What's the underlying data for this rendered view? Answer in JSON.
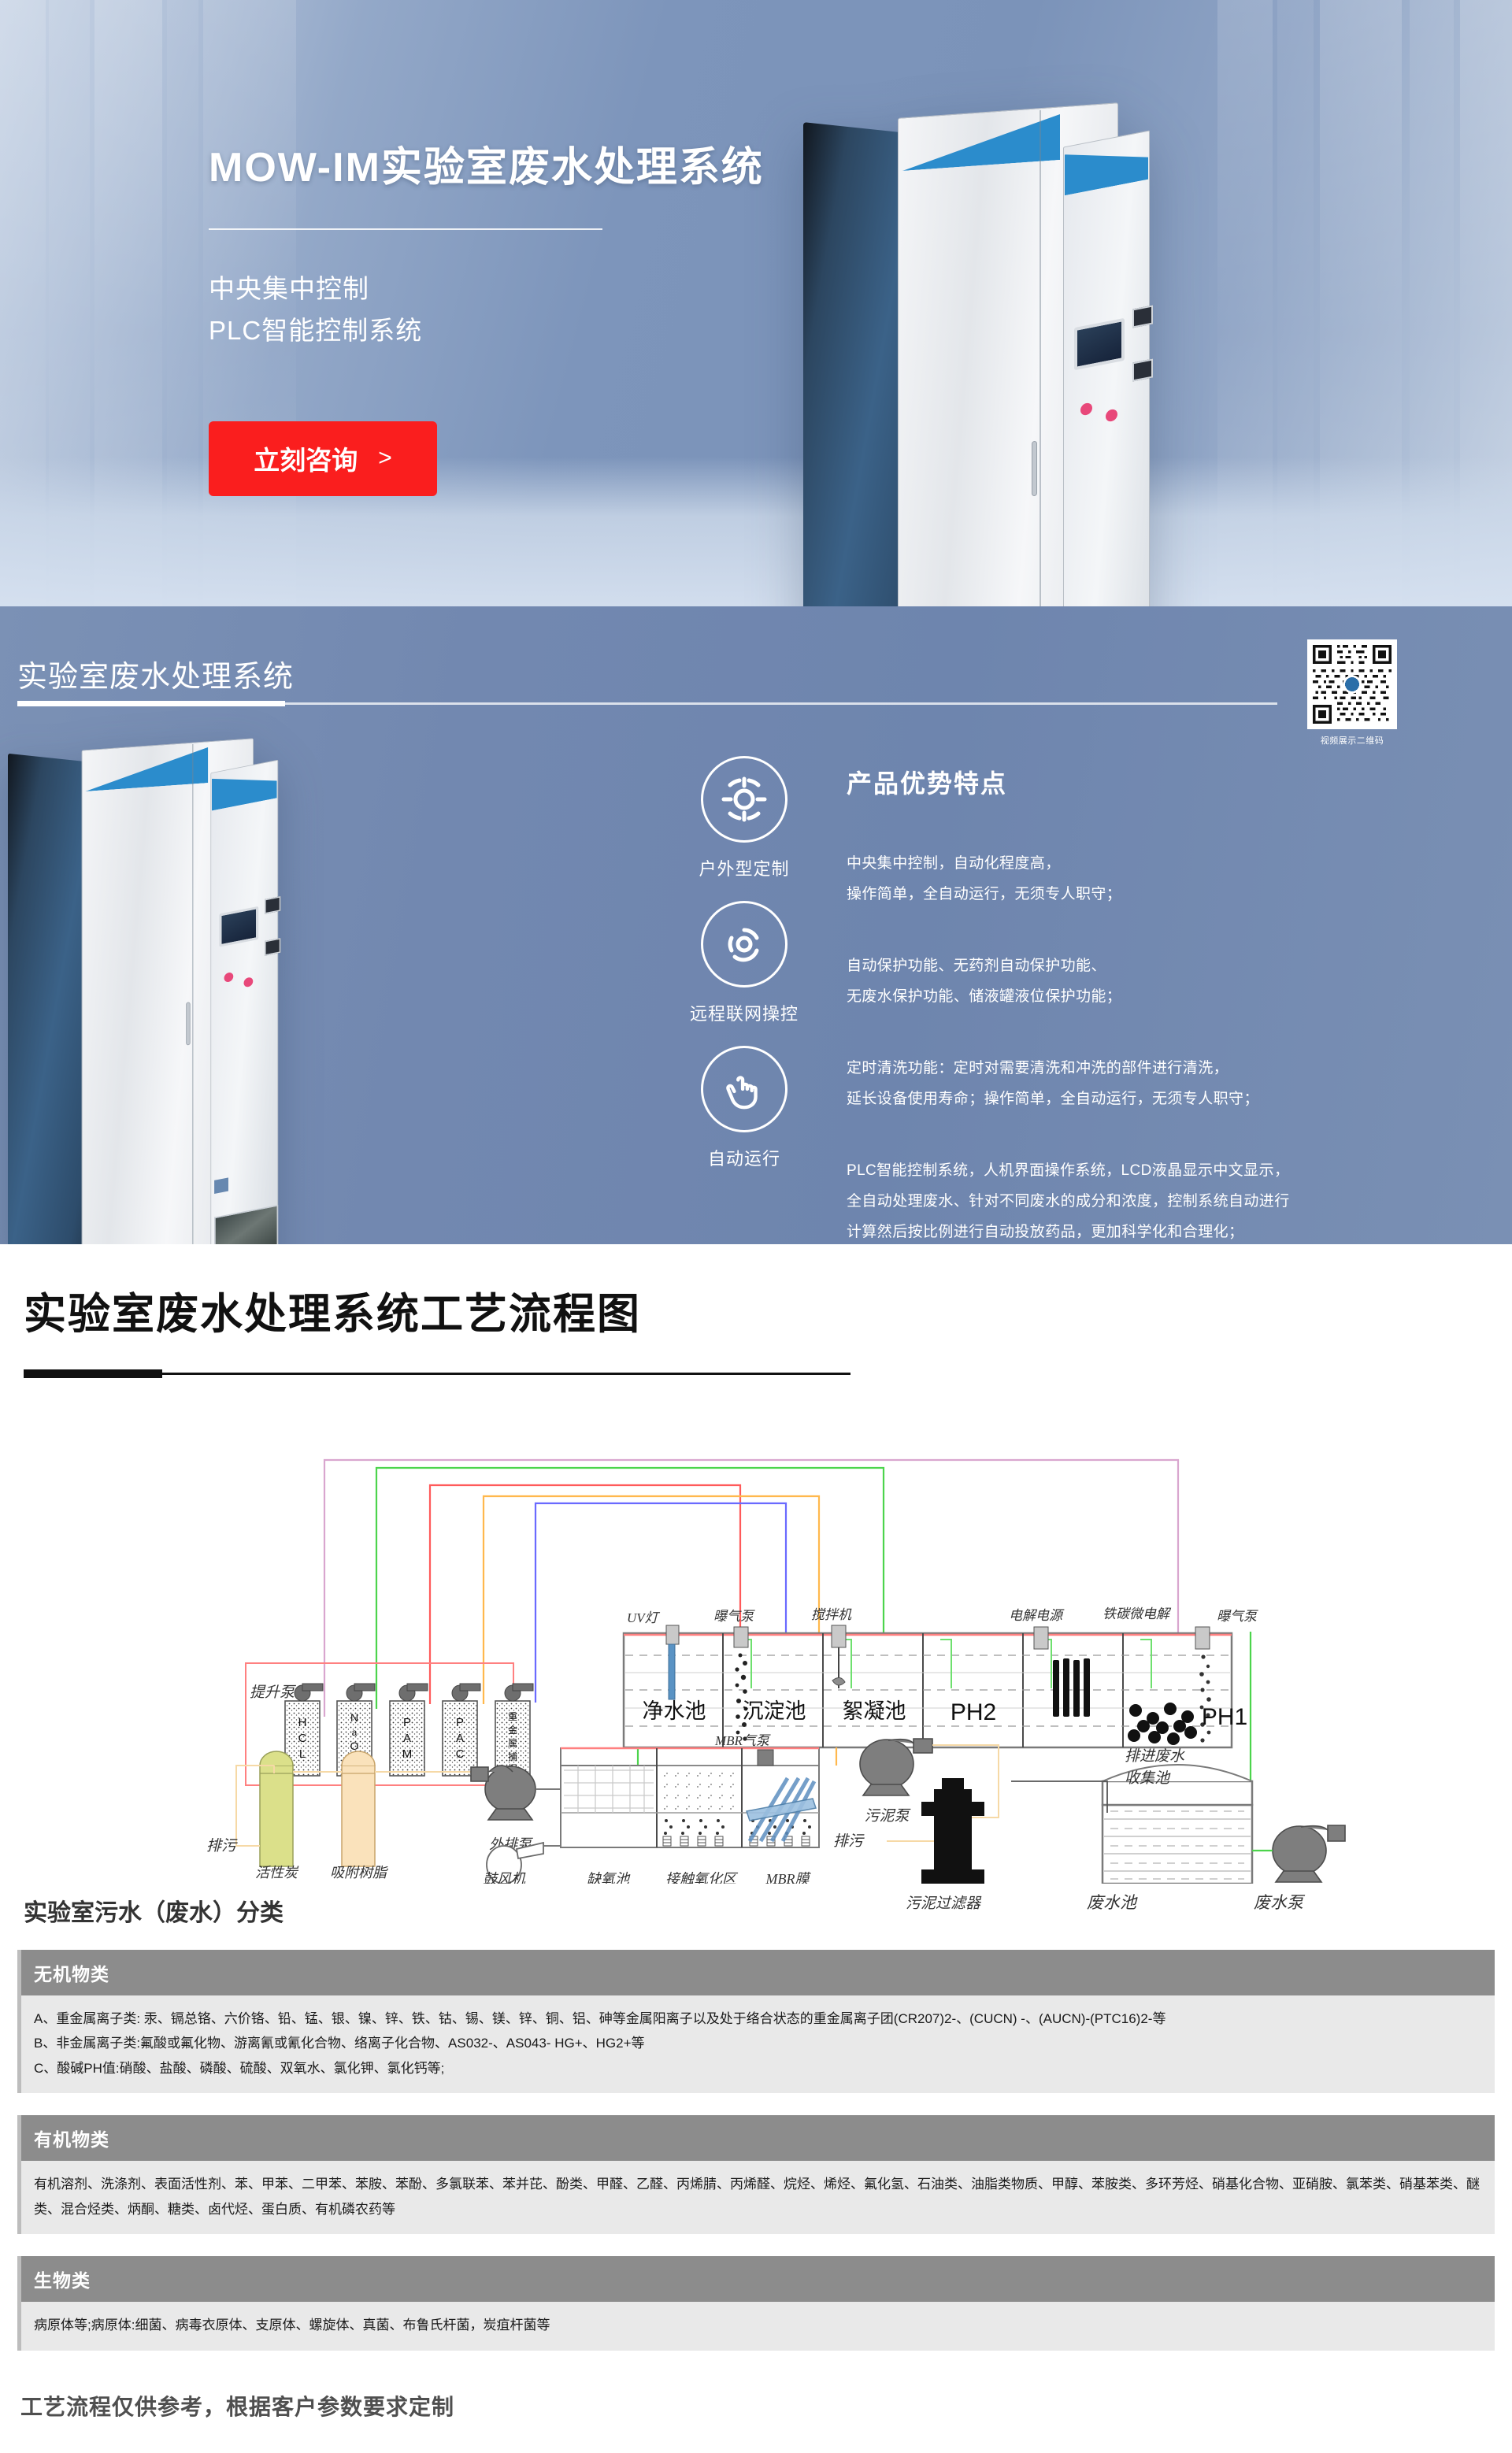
{
  "hero": {
    "title": "MOW-IM实验室废水处理系统",
    "subtitle_line1": "中央集中控制",
    "subtitle_line2": "PLC智能控制系统",
    "cta_label": "立刻咨询",
    "cta_arrow": ">",
    "accent_color": "#fa1e1e"
  },
  "features": {
    "section_title": "实验室废水处理系统",
    "icons": [
      {
        "name": "outdoor-custom-icon",
        "label": "户外型定制"
      },
      {
        "name": "remote-network-icon",
        "label": "远程联网操控"
      },
      {
        "name": "auto-run-hand-icon",
        "label": "自动运行"
      }
    ],
    "advantages_title": "产品优势特点",
    "advantages": [
      "中央集中控制，自动化程度高，\n操作简单，全自动运行，无须专人职守；",
      "自动保护功能、无药剂自动保护功能、\n无废水保护功能、储液罐液位保护功能；",
      "定时清洗功能：定时对需要清洗和冲洗的部件进行清洗，\n延长设备使用寿命；操作简单，全自动运行，无须专人职守；",
      "PLC智能控制系统，人机界面操作系统，LCD液晶显示中文显示，\n全自动处理废水、针对不同废水的成分和浓度，控制系统自动进行\n计算然后按比例进行自动投放药品，更加科学化和合理化；"
    ],
    "qr_caption": "视频展示二维码"
  },
  "flow": {
    "title": "实验室废水处理系统工艺流程图",
    "classification_title": "实验室污水（废水）分类",
    "dosing_group_label": "提升泵",
    "chemical_tanks": [
      "HCL",
      "NaOH",
      "PAM",
      "PAC",
      "重金属捕捉"
    ],
    "top_equipment_labels": [
      "UV灯",
      "曝气泵",
      "搅拌机",
      "电解电源",
      "铁碳微电解",
      "曝气泵"
    ],
    "top_tanks": [
      "净水池",
      "沉淀池",
      "絮凝池",
      "PH2",
      "",
      "PH1"
    ],
    "bottom_labels": [
      "排污",
      "活性炭",
      "吸附树脂",
      "外排泵",
      "鼓风机",
      "缺氧池",
      "接触氧化区",
      "MBR气泵",
      "MBR膜",
      "污泥泵",
      "排污",
      "污泥过滤器",
      "排进废水",
      "收集池",
      "废水池",
      "废水泵"
    ],
    "pipe_colors": {
      "hcl": "#d9a6cf",
      "naoh": "#4cd44c",
      "pam": "#ff5a5a",
      "pac": "#ffb84d",
      "metal": "#6a6aff",
      "frame": "#ff8080"
    }
  },
  "categories": [
    {
      "head": "无机物类",
      "lines": [
        "A、重金属离子类: 汞、镉总铬、六价铬、铅、锰、银、镍、锌、铁、钴、锡、镁、锌、铜、铝、砷等金属阳离子以及处于络合状态的重金属离子团(CR207)2-、(CUCN) -、(AUCN)-(PTC16)2-等",
        "B、非金属离子类:氟酸或氟化物、游离氰或氰化合物、络离子化合物、AS032-、AS043- HG+、HG2+等",
        "C、酸碱PH值:硝酸、盐酸、磷酸、硫酸、双氧水、氯化钾、氯化钙等;"
      ]
    },
    {
      "head": "有机物类",
      "lines": [
        "有机溶剂、洗涤剂、表面活性剂、苯、甲苯、二甲苯、苯胺、苯酚、多氯联苯、苯并芘、酚类、甲醛、乙醛、丙烯腈、丙烯醛、烷烃、烯烃、氟化氢、石油类、油脂类物质、甲醇、苯胺类、多环芳烃、硝基化合物、亚硝胺、氯苯类、硝基苯类、醚类、混合烃类、炳酮、糖类、卤代烃、蛋白质、有机磷农药等"
      ]
    },
    {
      "head": "生物类",
      "lines": [
        "病原体等;病原体:细菌、病毒衣原体、支原体、螺旋体、真菌、布鲁氏杆菌，炭疽杆菌等"
      ]
    }
  ],
  "footnote": "工艺流程仅供参考，根据客户参数要求定制"
}
